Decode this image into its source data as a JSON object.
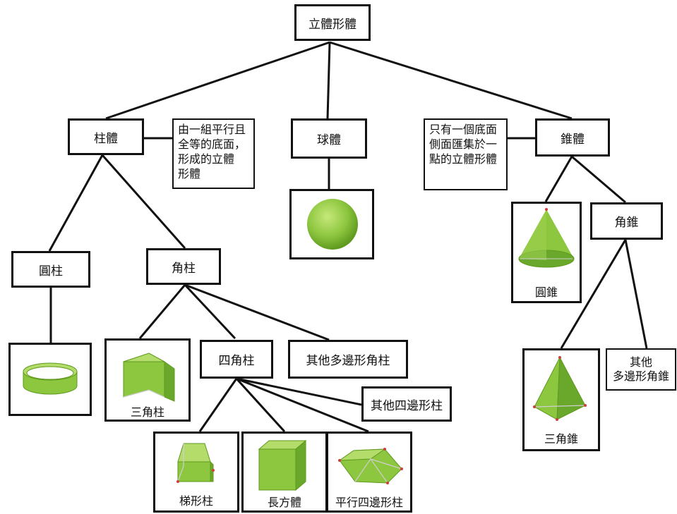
{
  "title": "立體形體",
  "nodes": {
    "prism": "柱體",
    "sphere": "球體",
    "pyramid_cone": "錐體",
    "cylinder": "圓柱",
    "angular_prism": "角柱",
    "quad_prism": "四角柱",
    "other_poly_prism": "其他多邊形角柱",
    "other_quad_prism": "其他四邊形柱",
    "angular_pyramid": "角錐",
    "other_pyramid": "其他\n多邊形角錐"
  },
  "descriptions": {
    "prism": "由一組平行且\n全等的底面，\n形成的立體\n形體",
    "pyramid": "只有一個底面\n側面匯集於一\n點的立體形體"
  },
  "captions": {
    "triangular_prism": "三角柱",
    "trapezoid_prism": "梯形柱",
    "cuboid": "長方體",
    "parallelogram_prism": "平行四邊形柱",
    "cone": "圓錐",
    "triangular_pyramid": "三角錐"
  },
  "colors": {
    "shape_fill": "#8dc63f",
    "shape_dark": "#5f9a1e",
    "shape_light": "#b4dc6a",
    "vertex": "#d23b3b",
    "line": "#111111"
  }
}
